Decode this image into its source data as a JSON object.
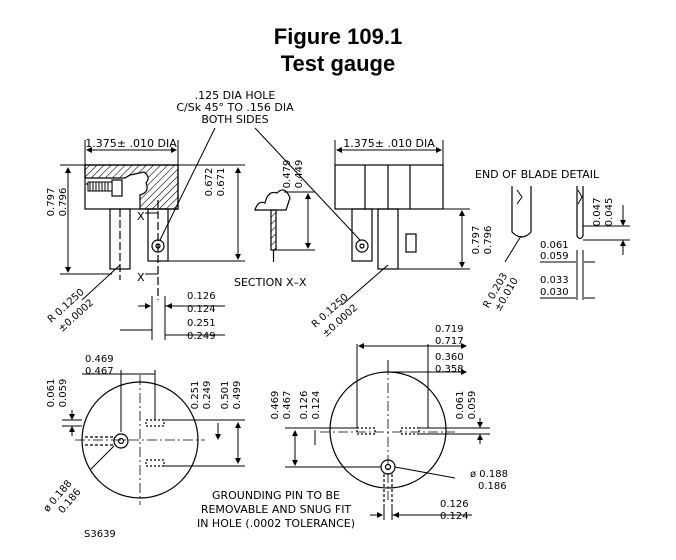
{
  "title": "Figure 109.1",
  "subtitle": "Test gauge",
  "hole_note": [
    ".125 DIA HOLE",
    "C/Sk 45° TO .156 DIA",
    "BOTH SIDES"
  ],
  "dia_left": "1.375± .010 DIA",
  "dia_right": "1.375± .010 DIA",
  "blade_detail": "END OF BLADE DETAIL",
  "section_label": "SECTION X–X",
  "x_mark": "X",
  "grounding_note": [
    "GROUNDING PIN TO BE",
    "REMOVABLE AND SNUG FIT",
    "IN HOLE (.0002 TOLERANCE)"
  ],
  "figure_code": "S3639",
  "dims": {
    "d0797a": "0.797",
    "d0796a": "0.796",
    "d0672": "0.672",
    "d0671": "0.671",
    "d0479": "0.479",
    "d0449": "0.449",
    "d0797b": "0.797",
    "d0796b": "0.796",
    "d0047": "0.047",
    "d0045": "0.045",
    "d0061a": "0.061",
    "d0059a": "0.059",
    "d0033": "0.033",
    "d0030": "0.030",
    "r0203": "R 0.203",
    "r0010": "±0.010",
    "r1250a": "R 0.1250",
    "r0002a": "±0.0002",
    "r1250b": "R 0.1250",
    "r0002b": "±0.0002",
    "d0126a": "0.126",
    "d0124a": "0.124",
    "d0251a": "0.251",
    "d0249a": "0.249",
    "d0719": "0.719",
    "d0717": "0.717",
    "d0360": "0.360",
    "d0358": "0.358",
    "d0469a": "0.469",
    "d0467a": "0.467",
    "d0061b": "0.061",
    "d0059b": "0.059",
    "d0251b": "0.251",
    "d0249b": "0.249",
    "d0501": "0.501",
    "d0499": "0.499",
    "d0188a": "ø 0.188",
    "d0186a": "0.186",
    "d0469b": "0.469",
    "d0467b": "0.467",
    "d0126b": "0.126",
    "d0124b": "0.124",
    "d0061c": "0.061",
    "d0059c": "0.059",
    "d0188b": "ø 0.188",
    "d0186b": "0.186",
    "d0126c": "0.126",
    "d0124c": "0.124"
  },
  "colors": {
    "ink": "#000000",
    "background": "#ffffff"
  }
}
